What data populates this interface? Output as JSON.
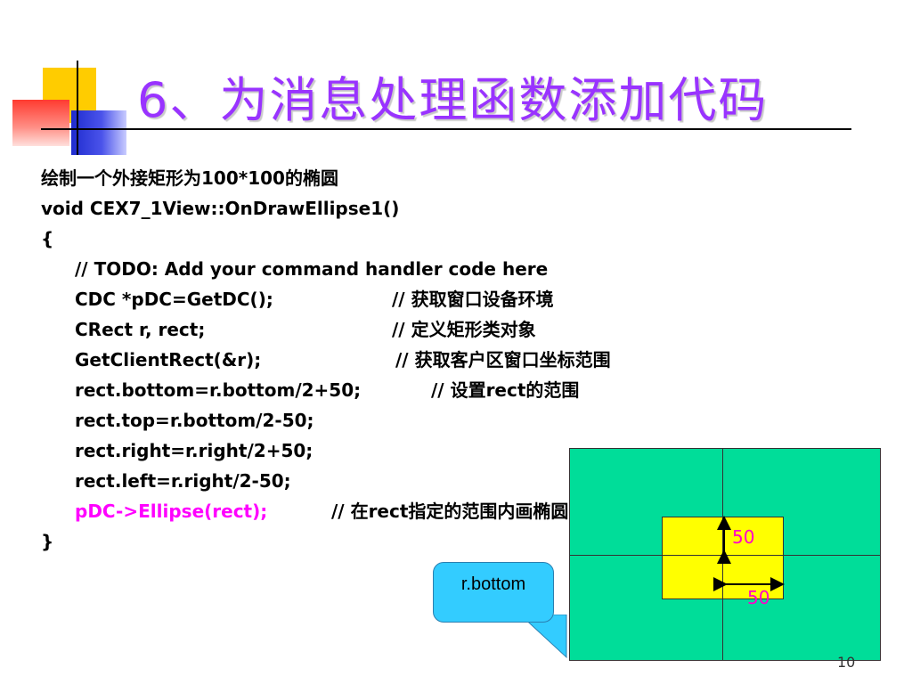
{
  "title": "6、为消息处理函数添加代码",
  "lines": [
    {
      "code": "绘制一个外接矩形为100*100的椭圆",
      "comment": ""
    },
    {
      "code": "void CEX7_1View::OnDrawEllipse1()",
      "comment": ""
    },
    {
      "code": "{",
      "comment": ""
    },
    {
      "code": "// TODO: Add your command handler code here",
      "comment": ""
    },
    {
      "code": "CDC *pDC=GetDC();",
      "comment": "// 获取窗口设备环境"
    },
    {
      "code": "CRect r, rect;",
      "comment": "// 定义矩形类对象"
    },
    {
      "code": "GetClientRect(&r);",
      "comment": "// 获取客户区窗口坐标范围"
    },
    {
      "code": "rect.bottom=r.bottom/2+50;",
      "comment": "// 设置rect的范围"
    },
    {
      "code": "rect.top=r.bottom/2-50;",
      "comment": ""
    },
    {
      "code": "rect.right=r.right/2+50;",
      "comment": ""
    },
    {
      "code": "rect.left=r.right/2-50;",
      "comment": ""
    },
    {
      "code": "pDC->Ellipse(rect);",
      "comment": "// 在rect指定的范围内画椭圆"
    },
    {
      "code": "}",
      "comment": ""
    }
  ],
  "diagram": {
    "label_vertical": "50",
    "label_horizontal": "50",
    "callout": "r.bottom"
  },
  "page_number": "10",
  "colors": {
    "title": "#9933ff",
    "highlight": "#ff00ff",
    "canvas": "#00dd99",
    "rect": "#ffff00",
    "callout": "#33ccff"
  }
}
